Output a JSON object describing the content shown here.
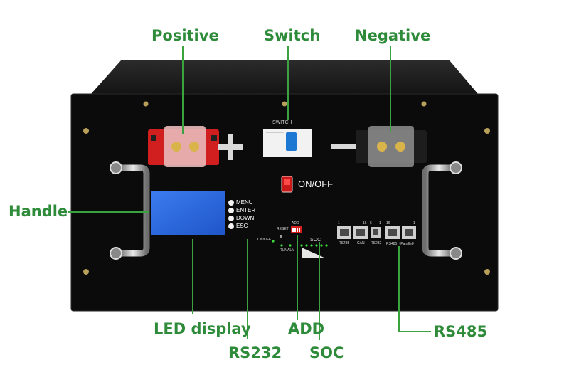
{
  "callouts": {
    "positive": "Positive",
    "switch": "Switch",
    "negative": "Negative",
    "handle": "Handle",
    "led_display": "LED display",
    "rs232": "RS232",
    "add": "ADD",
    "soc": "SOC",
    "rs485": "RS485"
  },
  "panel": {
    "switch_label": "SWITCH",
    "onoff_label": "ON/OFF",
    "menu_buttons": [
      "MENU",
      "ENTER",
      "DOWN",
      "ESC"
    ],
    "onoff_small": "ON/OFF",
    "reset": "RESET",
    "add_small": "ADD",
    "soc_small": "SOC",
    "run": "RUN",
    "alm": "ALM",
    "port_rs485": "RS485",
    "port_can": "CAN",
    "port_rs232": "RS232",
    "port_parallel": "RS485（Parallel）",
    "pin_1a": "1",
    "pin_16a": "16",
    "pin_6": "6",
    "pin_1b": "1",
    "pin_16b": "16",
    "pin_1c": "1"
  },
  "colors": {
    "accent_green": "#2e8b3a",
    "terminal_red": "#d11f1f",
    "lcd_blue": "#2f6de1",
    "chassis": "#0b0b0b"
  }
}
